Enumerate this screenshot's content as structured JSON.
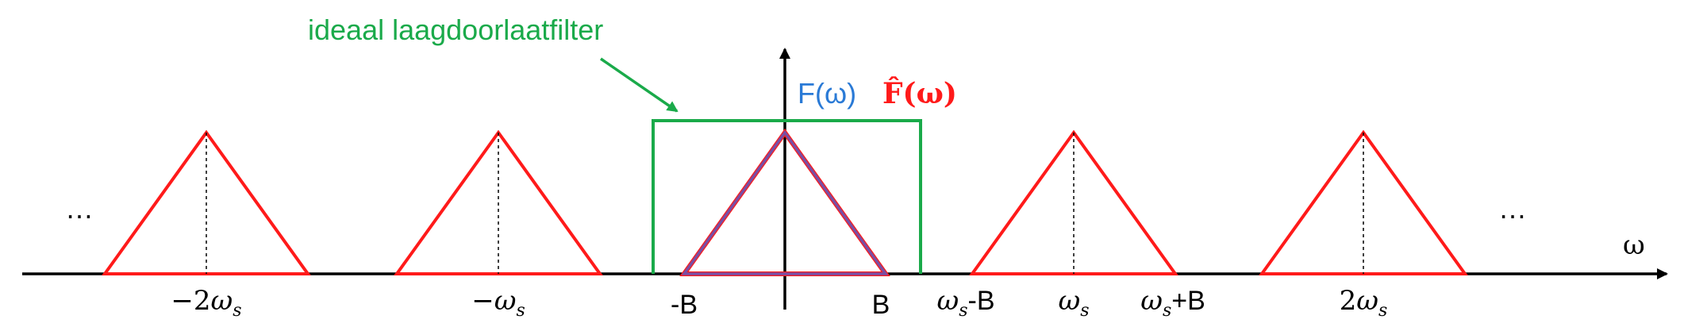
{
  "colors": {
    "axis": "#000000",
    "replica": "#ff1a1a",
    "original": "#7a4ea3",
    "filter": "#1aaa4a",
    "label_f": "#2a7ad6",
    "label_fhat": "#ff1a1a"
  },
  "labels": {
    "filter_title": "ideaal laagdoorlaatfilter",
    "f_omega": "F(ω)",
    "f_hat_omega": "F̂(ω)",
    "omega_axis": "ω",
    "ellipsis_left": "…",
    "ellipsis_right": "…"
  },
  "ticks": {
    "minus_2ws": {
      "coef": "−2",
      "sym": "ω",
      "sub": "s",
      "post": ""
    },
    "minus_ws": {
      "coef": "−",
      "sym": "ω",
      "sub": "s",
      "post": ""
    },
    "minus_b": {
      "text": "-B"
    },
    "b": {
      "text": "B"
    },
    "ws_minus_b": {
      "coef": "",
      "sym": "ω",
      "sub": "s",
      "post": "-B"
    },
    "ws": {
      "coef": "",
      "sym": "ω",
      "sub": "s",
      "post": ""
    },
    "ws_plus_b": {
      "coef": "",
      "sym": "ω",
      "sub": "s",
      "post": "+B"
    },
    "two_ws": {
      "coef": "2",
      "sym": "ω",
      "sub": "s",
      "post": ""
    }
  }
}
